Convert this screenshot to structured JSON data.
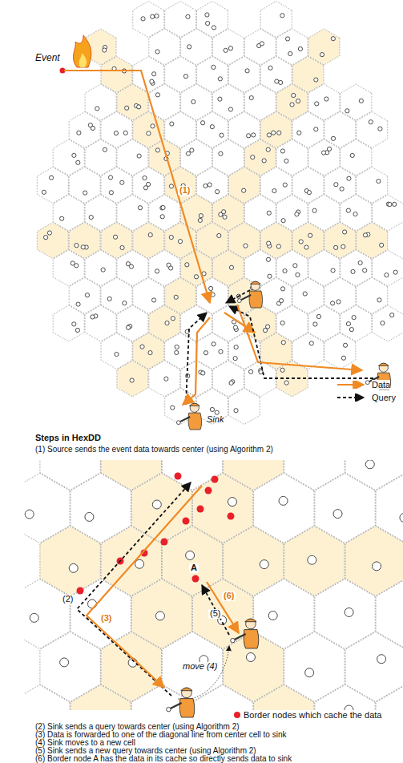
{
  "diagram": {
    "labels": [
      "Event",
      "(1)",
      "Sink",
      "Steps in HexDD",
      "(1) Source sends the event data towards center (using Algorithm 2)",
      "A",
      "(6)",
      "(5)",
      "(2)",
      "(3)",
      "move (4)",
      "(2) Sink sends a query towards center (using Algorithm 2)",
      "(3) Data is forwarded to one of the diagonal line from center cell to sink",
      "(4) Sink moves to a new cell",
      "(5) Sink sends a new query towards center (using Algorithm 2)",
      "(6) Border node A has the data in its cache so directly sends data to sink"
    ],
    "legend": [
      {
        "text": "Data"
      },
      {
        "text": "Query"
      },
      {
        "text": "Border nodes which cache the data",
        "color": "#e8202a"
      }
    ]
  }
}
